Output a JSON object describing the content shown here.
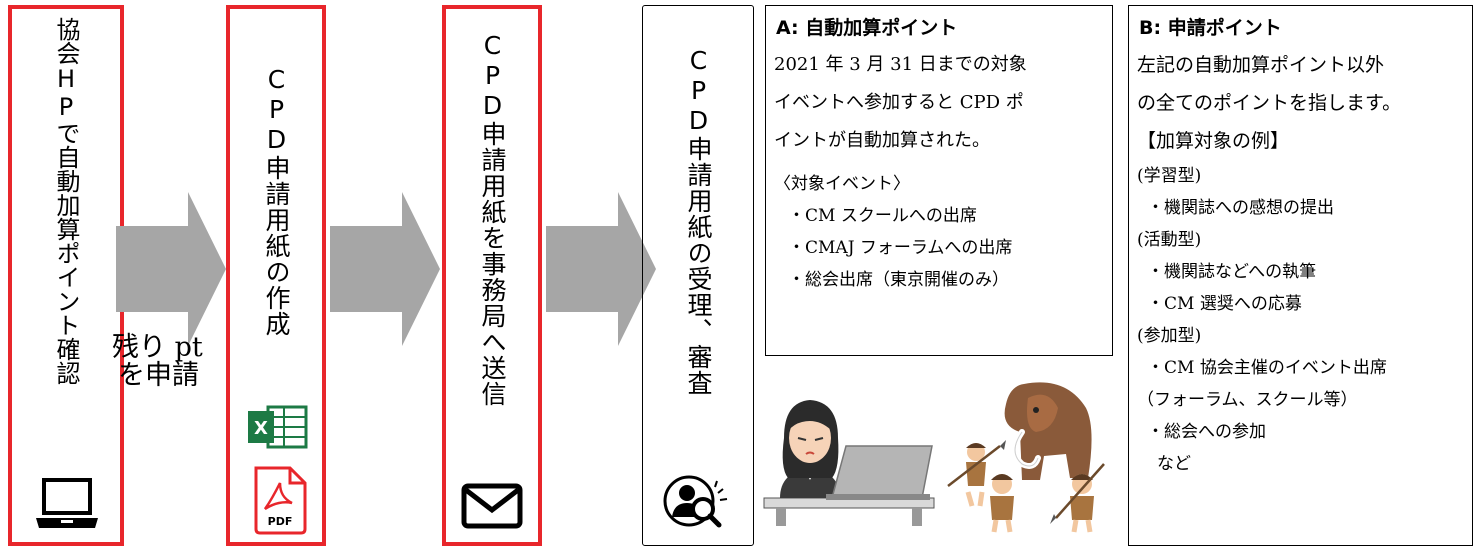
{
  "flow": {
    "step1": {
      "text": "協会HPで自動加算ポイント確認",
      "icon": "laptop-icon"
    },
    "arrow1_label": [
      "残り pt",
      "を申請"
    ],
    "step2": {
      "text": "CPD申請用紙の作成",
      "icons": [
        "excel-icon",
        "pdf-icon"
      ],
      "pdf_label": "PDF",
      "excel_label": "X"
    },
    "step3": {
      "text": "CPD申請用紙を事務局へ送信",
      "icon": "envelope-icon"
    },
    "step4": {
      "text": "CPD申請用紙の受理、審査",
      "icon": "person-search-icon"
    }
  },
  "box_a": {
    "title": "A: 自動加算ポイント",
    "lines": [
      "2021 年 3 月 31 日までの対象",
      "イベントへ参加すると CPD ポ",
      "イントが自動加算された。"
    ],
    "events_heading": "〈対象イベント〉",
    "events": [
      "・CM スクールへの出席",
      "・CMAJ フォーラムへの出席",
      "・総会出席（東京開催のみ）"
    ]
  },
  "box_b": {
    "title": "B: 申請ポイント",
    "lines": [
      "左記の自動加算ポイント以外",
      "の全てのポイントを指します。"
    ],
    "examples_heading": "【加算対象の例】",
    "groups": [
      "(学習型)",
      "・機関誌への感想の提出",
      "(活動型)",
      "・機関誌などへの執筆",
      "・CM 選奨への応募",
      "(参加型)",
      "・CM 協会主催のイベント出席",
      "（フォーラム、スクール等）",
      "・総会への参加",
      "など"
    ]
  },
  "illustrations": [
    "woman-at-laptop-illustration",
    "mammoth-hunters-illustration"
  ],
  "colors": {
    "step_border": "#e8262b",
    "arrow": "#a6a6a6",
    "excel": "#1d7a45",
    "pdf": "#e8262b"
  }
}
